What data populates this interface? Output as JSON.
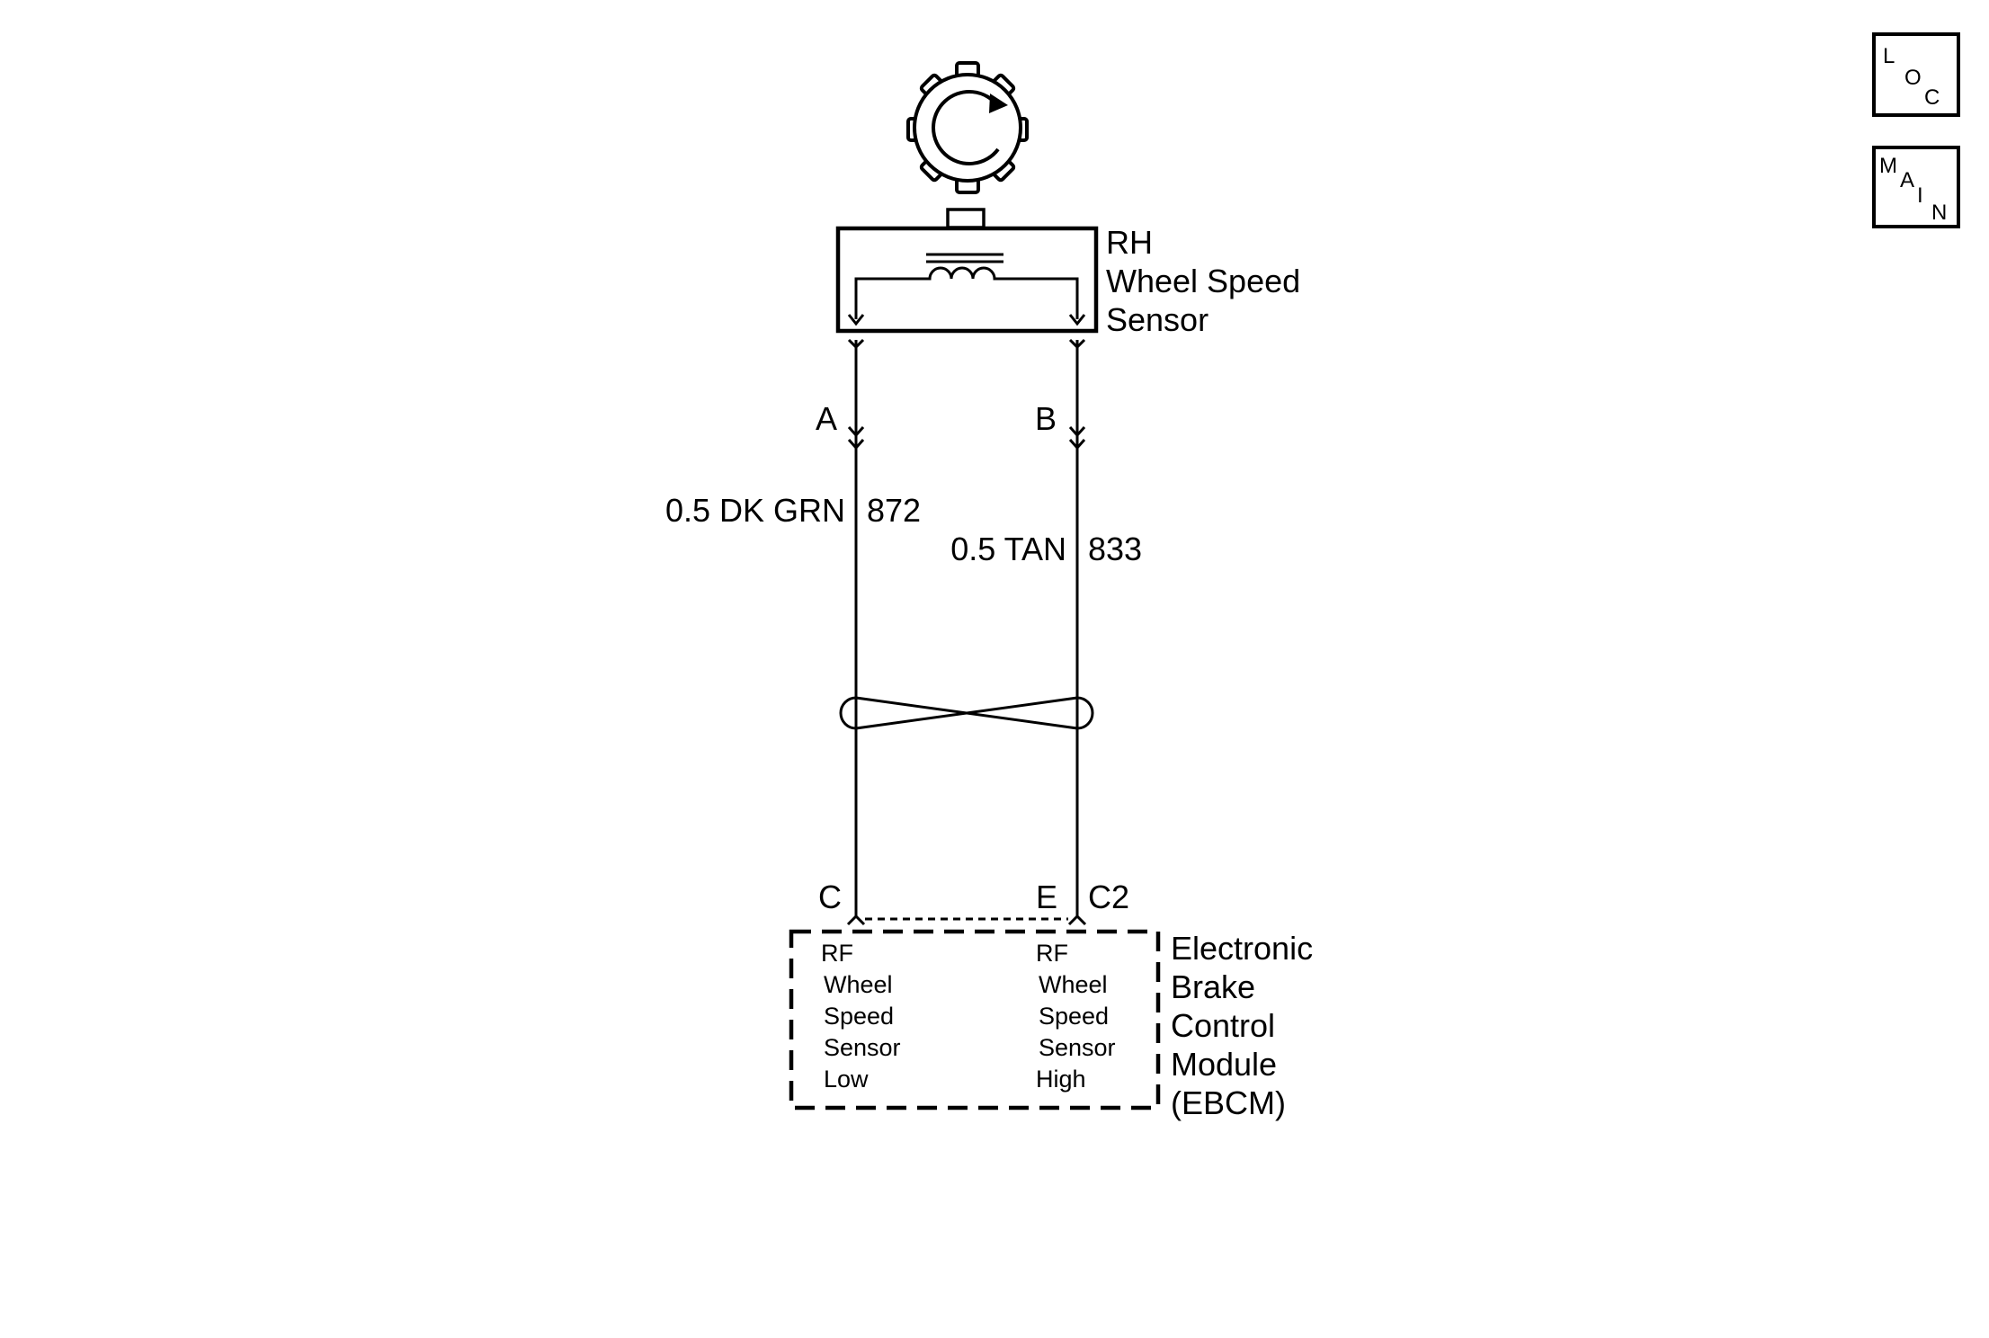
{
  "sensor": {
    "label_lines": [
      "RH",
      "Wheel Speed",
      "Sensor"
    ]
  },
  "pins": {
    "sensor_a": "A",
    "sensor_b": "B",
    "module_c": "C",
    "module_e": "E",
    "connector": "C2"
  },
  "wires": {
    "left": {
      "gauge_color": "0.5 DK GRN",
      "circuit": "872"
    },
    "right": {
      "gauge_color": "0.5 TAN",
      "circuit": "833"
    }
  },
  "module": {
    "label_lines": [
      "Electronic",
      "Brake",
      "Control",
      "Module",
      "(EBCM)"
    ],
    "left_terminal_lines": [
      "RF",
      "Wheel",
      "Speed",
      "Sensor",
      "Low"
    ],
    "right_terminal_lines": [
      "RF",
      "Wheel",
      "Speed",
      "Sensor",
      "High"
    ]
  },
  "nav": {
    "loc_letters": [
      "L",
      "O",
      "C"
    ],
    "main_letters": [
      "M",
      "A",
      "I",
      "N"
    ]
  },
  "icons": {
    "sensor_ring": "tone-wheel-rotation-icon",
    "coil": "inductor-coil-icon",
    "twisted_pair": "twisted-pair-icon"
  }
}
